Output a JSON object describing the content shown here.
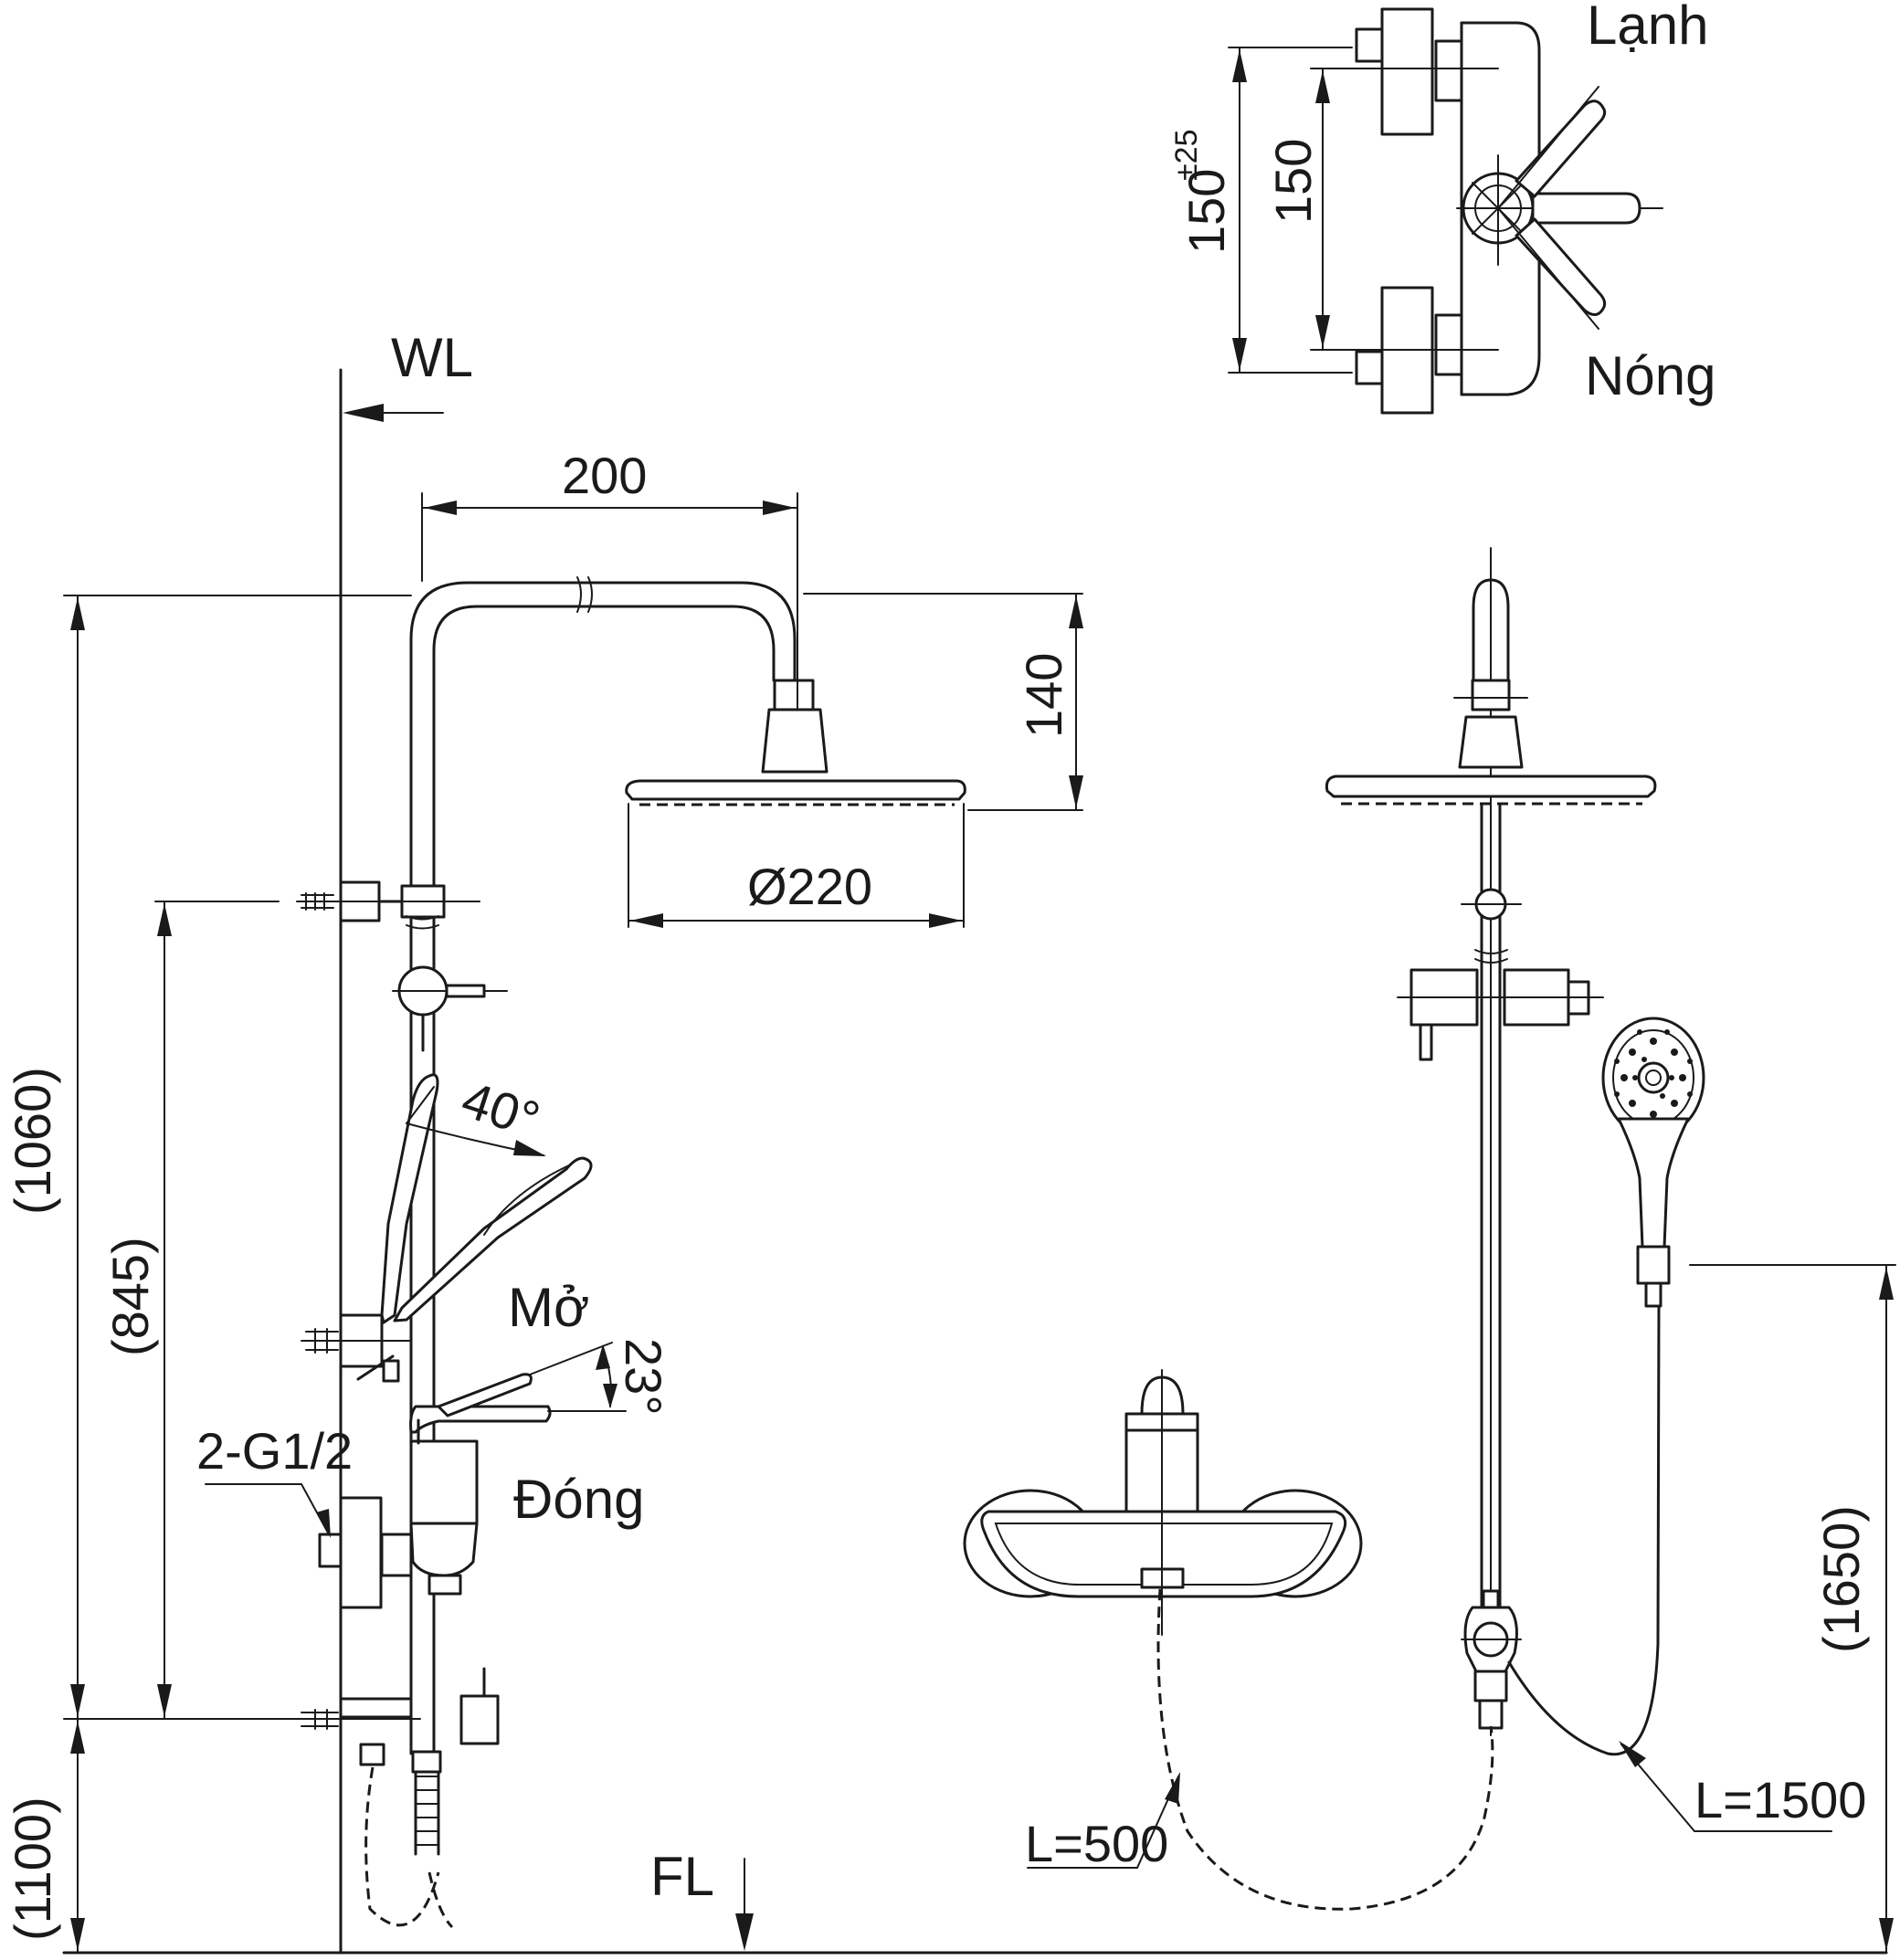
{
  "labels": {
    "wall_line": "WL",
    "floor_line": "FL",
    "cold": "Lạnh",
    "hot": "Nóng",
    "open": "Mở",
    "closed": "Đóng",
    "connection": "2-G1/2",
    "hose_short": "L=500",
    "hose_long": "L=1500"
  },
  "dimensions": {
    "arm_length": "200",
    "head_height": "140",
    "head_diameter": "Ø220",
    "overall_height": "(1060)",
    "bar_height": "(845)",
    "valve_height": "(1100)",
    "handset_height": "(1650)",
    "centers": "150",
    "centers_base": "150",
    "centers_tolerance": "±25",
    "head_tilt": "40°",
    "handle_angle": "23°"
  }
}
